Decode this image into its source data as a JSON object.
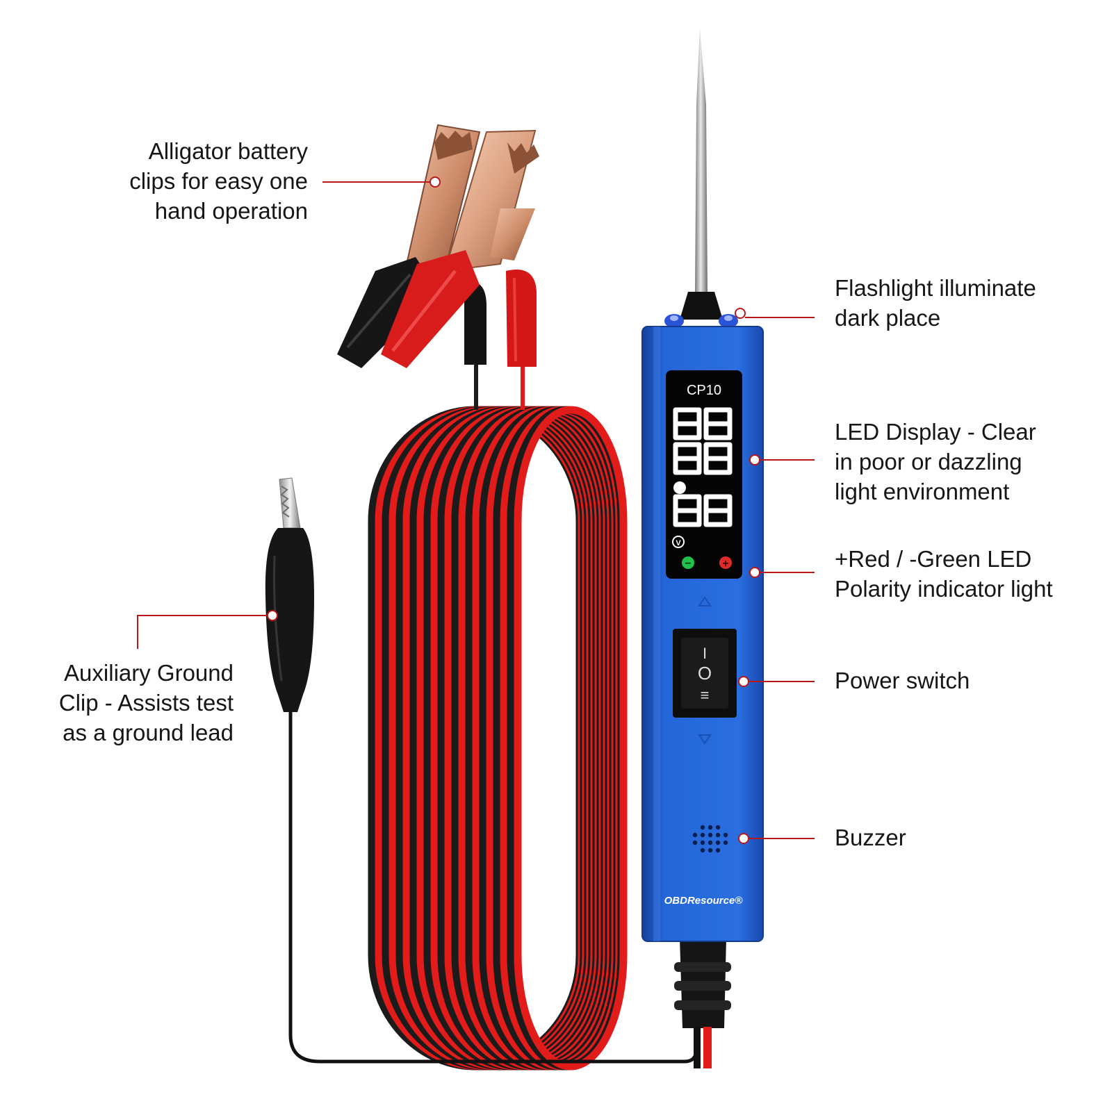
{
  "colors": {
    "leader_line": "#b81818",
    "tester_body": "#1f63d6",
    "cable_red": "#e21b1b",
    "cable_black": "#1b1b1b",
    "led_digits": "#ffffff",
    "clip_copper": "#d9a183"
  },
  "callouts": {
    "alligator": [
      "Alligator battery",
      "clips for easy one",
      "hand operation"
    ],
    "flashlight": [
      "Flashlight illuminate",
      "dark place"
    ],
    "led_display": [
      "LED Display - Clear",
      "in poor or dazzling",
      "light environment"
    ],
    "polarity": [
      "+Red / -Green LED",
      "Polarity indicator light"
    ],
    "power_switch": [
      "Power switch"
    ],
    "buzzer": [
      "Buzzer"
    ],
    "aux_ground": [
      "Auxiliary Ground",
      "Clip - Assists test",
      "as a ground lead"
    ]
  },
  "device": {
    "model_label": "CP10",
    "brand": "OBDResource®",
    "unit_symbol": "V",
    "negative_symbol": "−",
    "positive_symbol": "+",
    "switch_on_symbol": "I",
    "switch_off_symbol": "O",
    "switch_mode_symbol": "≡"
  },
  "icons": {
    "display": "seven-segment-display",
    "switch": "rocker-switch-icon",
    "buzzer": "speaker-grille-icon"
  }
}
